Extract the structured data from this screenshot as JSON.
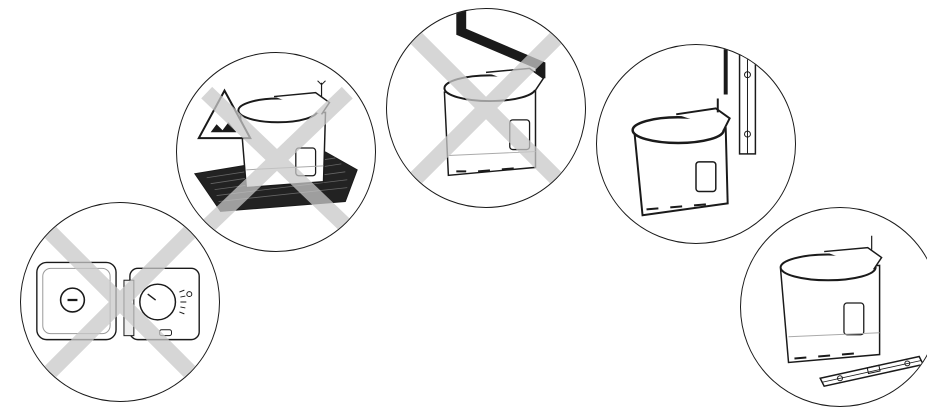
{
  "panels": [
    {
      "id": "thermostat",
      "crossed": true,
      "icons": [
        "thermostat-icon"
      ]
    },
    {
      "id": "uneven-floor",
      "crossed": true,
      "icons": [
        "warning-triangle-icon",
        "toilet-icon",
        "floor-mat-icon"
      ]
    },
    {
      "id": "against-wall-pipe",
      "crossed": true,
      "icons": [
        "pipe-icon",
        "toilet-icon"
      ]
    },
    {
      "id": "wall-level",
      "crossed": false,
      "icons": [
        "level-icon",
        "toilet-icon"
      ]
    },
    {
      "id": "floor-level",
      "crossed": false,
      "icons": [
        "toilet-icon",
        "level-icon"
      ]
    }
  ],
  "colors": {
    "outline": "#1a1a1a",
    "cross": "#c8c8c8",
    "shade": "#e6e6e6"
  }
}
